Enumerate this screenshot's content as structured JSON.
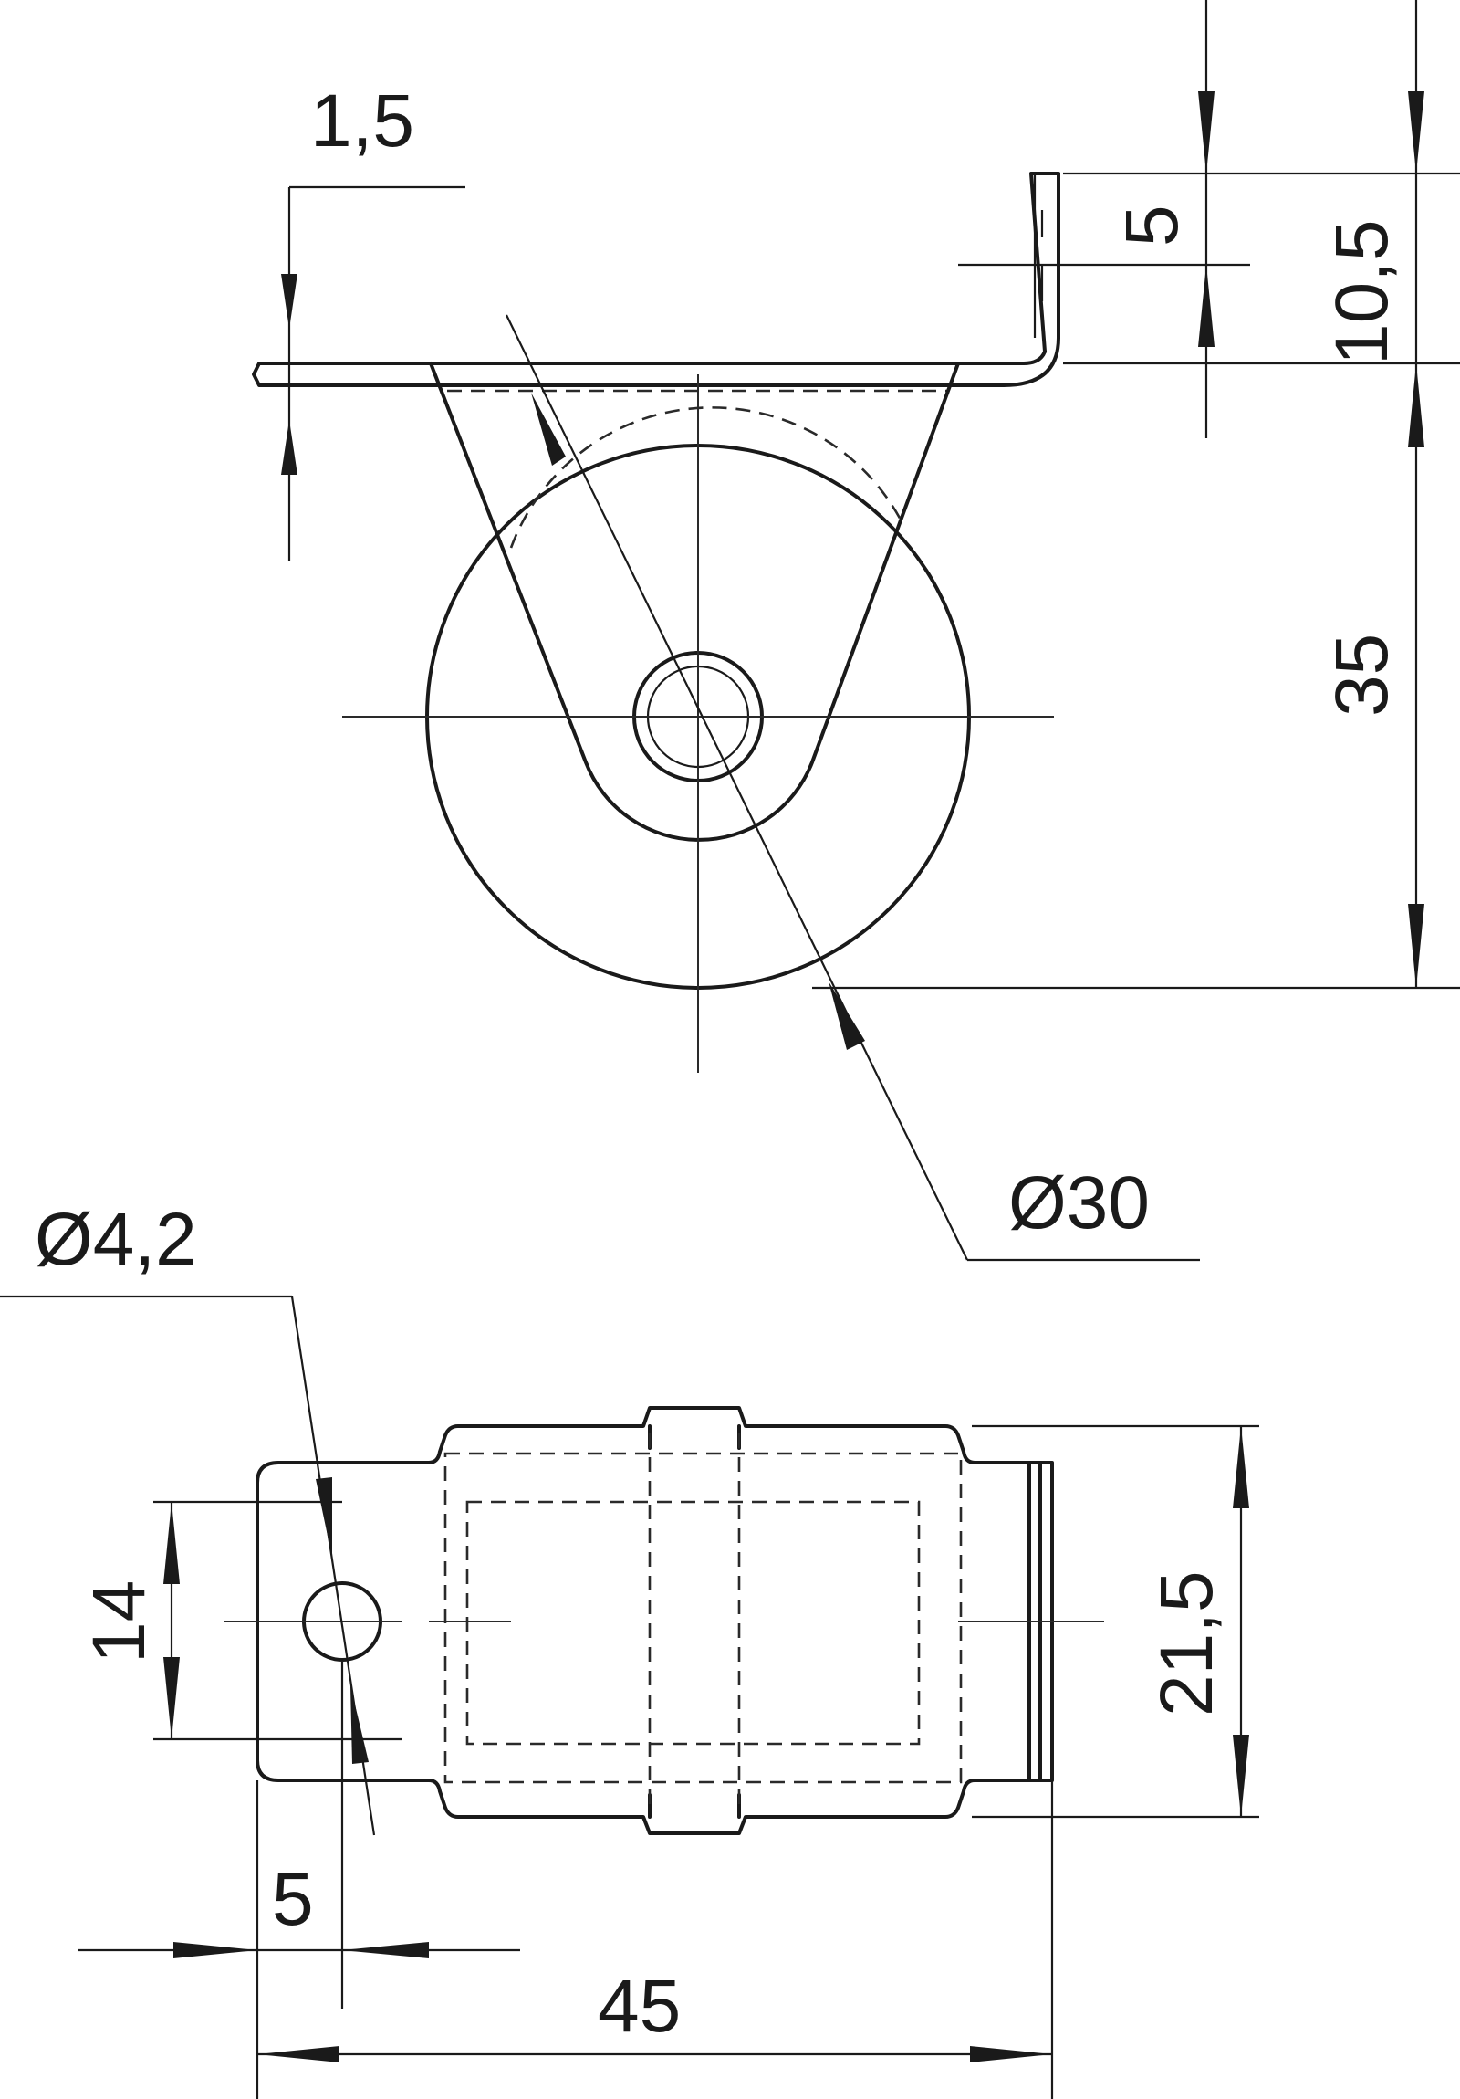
{
  "side_view": {
    "dim_plate_thickness": "1,5",
    "dim_bracket_top": "5",
    "dim_bracket_height": "10,5",
    "dim_axle_height": "35",
    "dim_wheel_diameter": "Ø30"
  },
  "top_view": {
    "dim_hole_diameter": "Ø4,2",
    "dim_hole_spacing": "14",
    "dim_plate_width": "21,5",
    "dim_hole_offset": "5",
    "dim_plate_length": "45"
  }
}
